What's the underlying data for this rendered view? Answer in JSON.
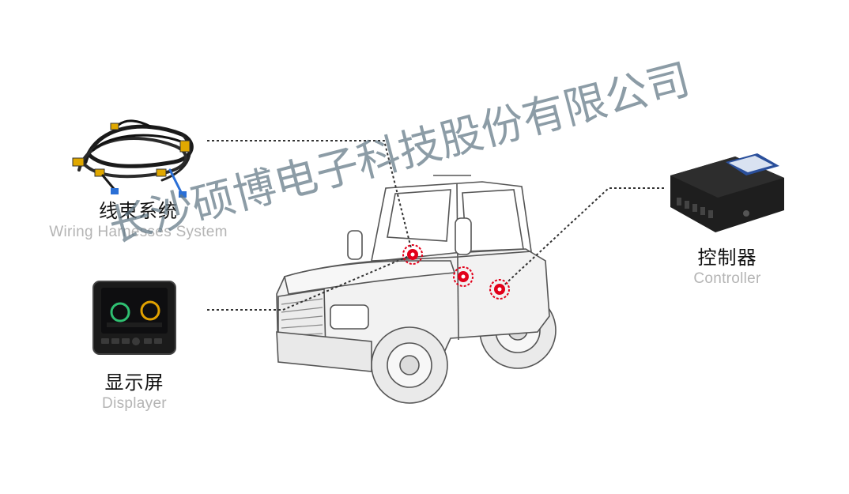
{
  "components": {
    "wiring_harness": {
      "name_zh": "线束系统",
      "name_en": "Wiring Harnesses System"
    },
    "display": {
      "name_zh": "显示屏",
      "name_en": "Displayer"
    },
    "controller": {
      "name_zh": "控制器",
      "name_en": "Controller"
    }
  },
  "watermark": "长沙硕博电子科技股份有限公司",
  "colors": {
    "connector_line": "#333333",
    "hotspot": "#e2001a",
    "vehicle_fill": "#f1f1f1",
    "vehicle_stroke": "#555555",
    "watermark": "#607684"
  },
  "icons": [
    "wiring-harness-icon",
    "display-device-icon",
    "controller-box-icon",
    "tractor-vehicle-icon",
    "hotspot-marker-icon"
  ]
}
